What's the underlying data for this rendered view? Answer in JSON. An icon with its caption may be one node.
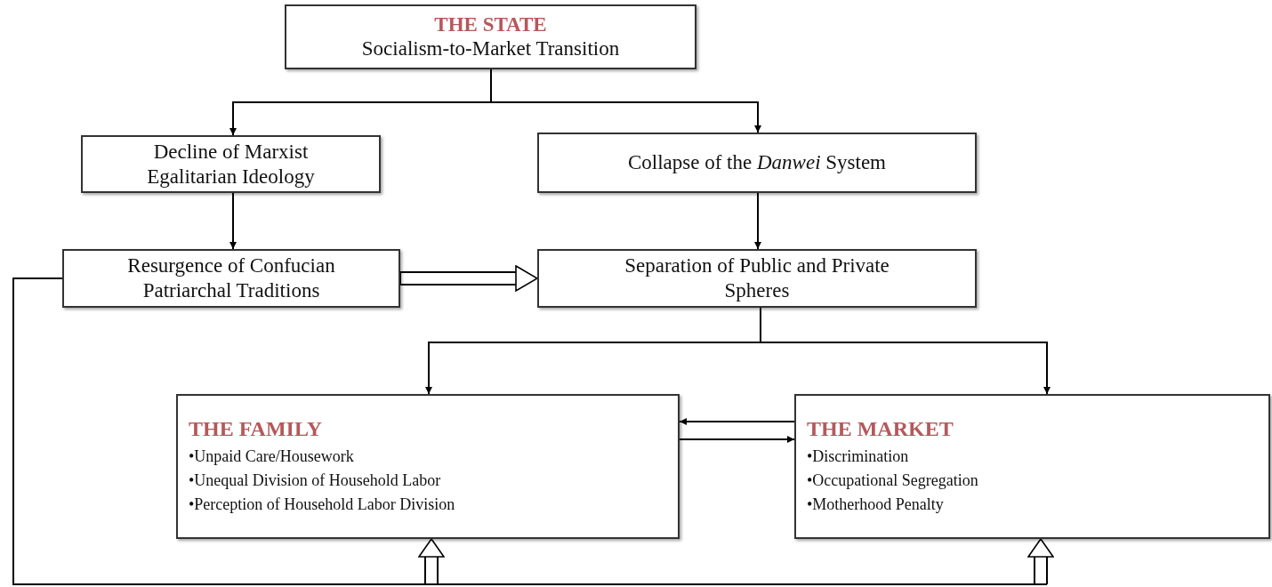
{
  "diagram": {
    "nodes": [
      {
        "text": [
          "THE STATE",
          "Socialism-to-Market Transition"
        ]
      },
      {
        "text": [
          "Decline of Marxist Egalitarian Ideology"
        ]
      },
      {
        "text": [
          "Collapse of the *Danwei* System"
        ]
      },
      {
        "text": [
          "Resurgence of Confucian Patriarchal Traditions"
        ]
      },
      {
        "text": [
          "Separation of Public and Private Spheres"
        ]
      },
      {
        "text": [
          "THE FAMILY",
          "•Unpaid Care/Housework",
          "•Unequal Division of Household Labor",
          "•Perception of Household Labor Division"
        ]
      },
      {
        "text": [
          "THE MARKET",
          "•Discrimination",
          "•Occupational Segregation",
          "•Motherhood Penalty"
        ]
      }
    ],
    "edges": [
      {
        "from": 0,
        "to": 1,
        "arrow": "to"
      },
      {
        "from": 0,
        "to": 2,
        "arrow": "to"
      },
      {
        "from": 1,
        "to": 3,
        "arrow": "to"
      },
      {
        "from": 2,
        "to": 4,
        "arrow": "to"
      },
      {
        "from": 3,
        "to": 4,
        "arrow": "to"
      },
      {
        "from": 4,
        "to": 5,
        "arrow": "to"
      },
      {
        "from": 4,
        "to": 6,
        "arrow": "to"
      },
      {
        "from": 6,
        "to": 5,
        "arrow": "to"
      },
      {
        "from": 5,
        "to": 6,
        "arrow": "to"
      },
      {
        "from": 3,
        "to": 5,
        "arrow": "to"
      },
      {
        "from": 3,
        "to": 6,
        "arrow": "to"
      }
    ]
  }
}
